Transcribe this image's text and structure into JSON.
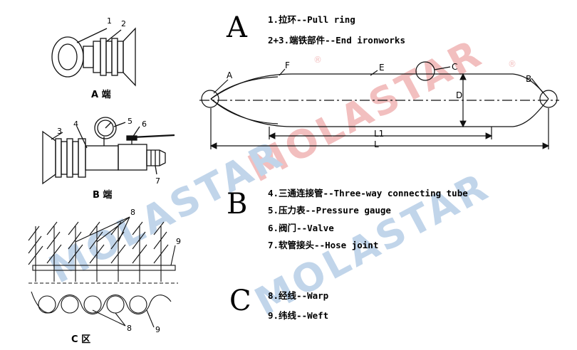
{
  "colors": {
    "line": "#111111",
    "watermark_red": "#e88a8a",
    "watermark_blue": "#8fb3d9"
  },
  "watermark": {
    "text": "MOLASTAR",
    "mark": "®"
  },
  "section_a": {
    "letter": "A",
    "items": [
      "1.拉环--Pull ring",
      "2+3.端铁部件--End ironworks"
    ],
    "callouts": {
      "a": "A",
      "b": "B",
      "c": "C",
      "d": "D",
      "e": "E",
      "f": "F",
      "l1": "L1",
      "l": "L"
    }
  },
  "section_b": {
    "letter": "B",
    "items": [
      "4.三通连接管--Three-way connecting tube",
      "5.压力表--Pressure gauge",
      "6.阀门--Valve",
      "7.软管接头--Hose joint"
    ]
  },
  "section_c": {
    "letter": "C",
    "items": [
      "8.经线--Warp",
      "9.纬线--Weft"
    ]
  },
  "figures": {
    "a_end": {
      "caption": "A 端",
      "labels": [
        "1",
        "2"
      ]
    },
    "b_end": {
      "caption": "B 端",
      "labels": [
        "3",
        "4",
        "5",
        "6",
        "7"
      ]
    },
    "c_zone": {
      "caption": "C 区",
      "labels": [
        "8",
        "9",
        "8",
        "9"
      ]
    }
  }
}
